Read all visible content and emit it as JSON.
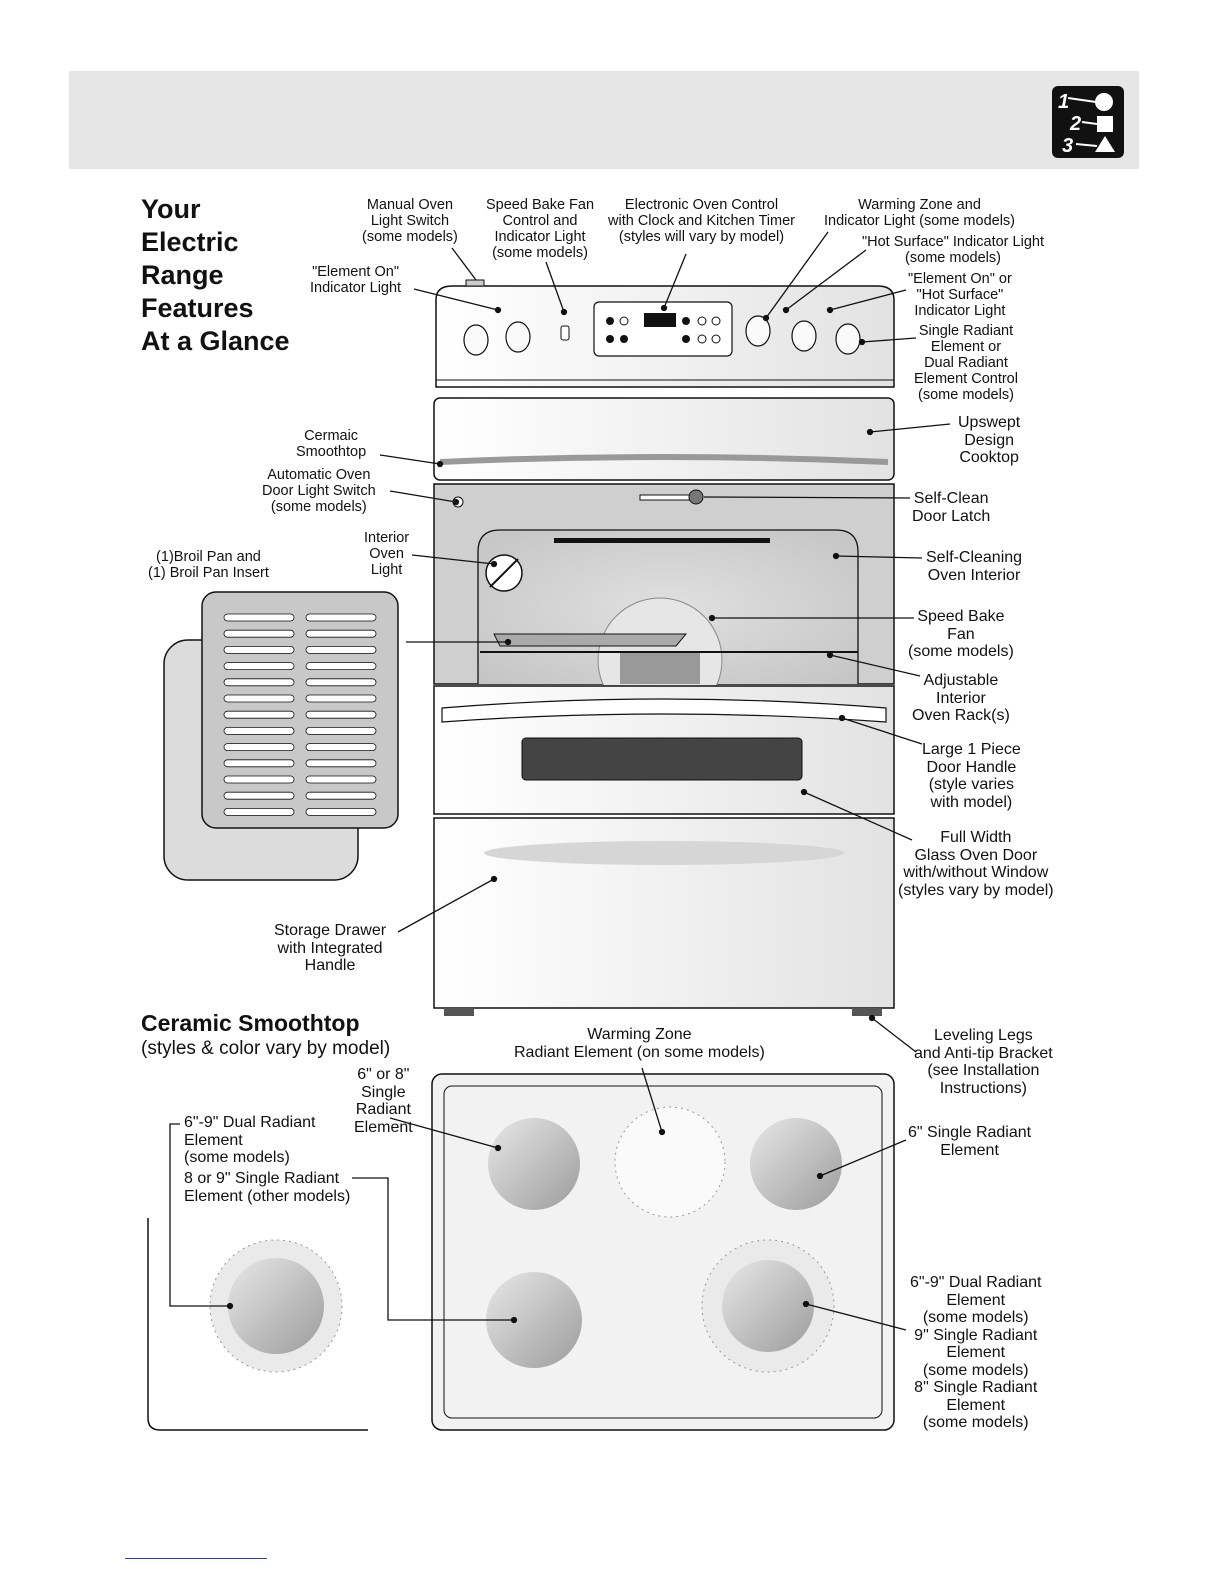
{
  "heading": {
    "line1": "Your",
    "line2": "Electric",
    "line3": "Range",
    "line4": "Features",
    "line5": "At a Glance"
  },
  "cooktop_heading": {
    "title": "Ceramic Smoothtop",
    "subtitle": "(styles & color vary by model)"
  },
  "badge_icon": "1-2-3-steps-icon",
  "labels": {
    "manual_oven_light": "Manual Oven\nLight Switch\n(some models)",
    "speed_bake_fan_control": "Speed Bake Fan\nControl and\nIndicator Light\n(some models)",
    "electronic_oven_control": "Electronic Oven Control\nwith Clock and Kitchen Timer\n(styles will vary by model)",
    "warming_zone_indicator": "Warming Zone and\nIndicator Light (some models)",
    "hot_surface_indicator": "\"Hot Surface\" Indicator Light\n(some models)",
    "element_on_indicator_left": "\"Element On\"\nIndicator Light",
    "element_on_or_hot_surface": "\"Element On\" or\n\"Hot Surface\"\nIndicator Light",
    "single_dual_control": "Single Radiant\nElement or\nDual Radiant\nElement Control\n(some models)",
    "ceramic_smoothtop": "Cermaic\nSmoothtop",
    "upswept_cooktop": "Upswept\nDesign\nCooktop",
    "auto_door_light": "Automatic Oven\nDoor Light Switch\n(some models)",
    "self_clean_latch": "Self-Clean\nDoor Latch",
    "broil_pan": "(1)Broil Pan and\n(1) Broil Pan Insert",
    "interior_light": "Interior\nOven\nLight",
    "self_cleaning_interior": "Self-Cleaning\nOven Interior",
    "speed_bake_fan": "Speed Bake\nFan\n(some models)",
    "adjustable_rack": "Adjustable\nInterior\nOven Rack(s)",
    "door_handle": "Large 1 Piece\nDoor Handle\n(style varies\nwith model)",
    "glass_door": "Full Width\nGlass Oven Door\nwith/without Window\n(styles vary by model)",
    "storage_drawer": "Storage Drawer\nwith Integrated\nHandle",
    "leveling_legs": "Leveling Legs\nand Anti-tip Bracket\n(see Installation\nInstructions)",
    "warming_zone_element": "Warming Zone\nRadiant Element (on some models)",
    "single_6_or_8": "6\" or 8\"\nSingle\nRadiant\nElement",
    "dual_6_9_left": "6\"-9\" Dual Radiant\nElement\n(some models)",
    "single_8_or_9": "8 or 9\" Single Radiant\nElement (other models)",
    "single_6_right": "6\" Single Radiant\nElement",
    "dual_6_9_right": "6\"-9\" Dual Radiant\nElement\n(some models)\n9\" Single Radiant\nElement\n(some models)\n8\" Single Radiant\nElement\n(some models)"
  },
  "colors": {
    "header_band": "#e6e6e6",
    "line": "#111111",
    "panel_fill": "#f4f4f4",
    "oven_interior": "#cfcfcf",
    "burner": "#b9b9b9"
  }
}
